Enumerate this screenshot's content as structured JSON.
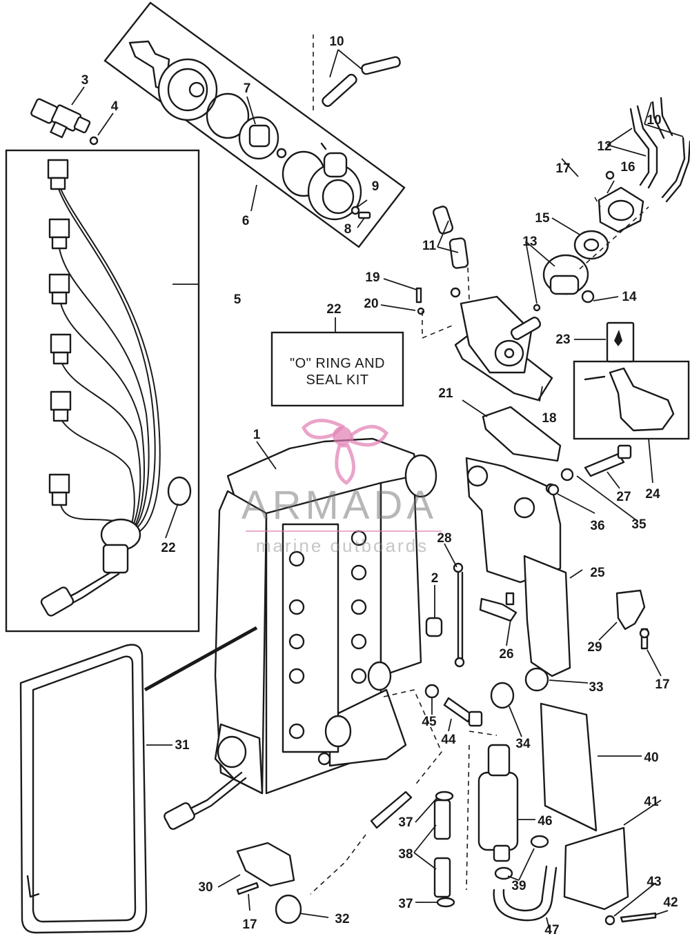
{
  "diagram": {
    "kit_label": {
      "number": "22",
      "line1": "\"O\" RING AND",
      "line2": "SEAL KIT"
    },
    "watermark": {
      "brand": "ARMADA",
      "tagline": "marine outboards",
      "logo_color": "#e07ab0"
    },
    "callouts": [
      {
        "id": "c1",
        "text": "1"
      },
      {
        "id": "c2",
        "text": "2"
      },
      {
        "id": "c3",
        "text": "3"
      },
      {
        "id": "c4",
        "text": "4"
      },
      {
        "id": "c5",
        "text": "5"
      },
      {
        "id": "c6",
        "text": "6"
      },
      {
        "id": "c7",
        "text": "7"
      },
      {
        "id": "c8",
        "text": "8"
      },
      {
        "id": "c9",
        "text": "9"
      },
      {
        "id": "c10a",
        "text": "10"
      },
      {
        "id": "c10b",
        "text": "10"
      },
      {
        "id": "c11",
        "text": "11"
      },
      {
        "id": "c12",
        "text": "12"
      },
      {
        "id": "c13",
        "text": "13"
      },
      {
        "id": "c14",
        "text": "14"
      },
      {
        "id": "c15",
        "text": "15"
      },
      {
        "id": "c16",
        "text": "16"
      },
      {
        "id": "c17a",
        "text": "17"
      },
      {
        "id": "c17b",
        "text": "17"
      },
      {
        "id": "c17c",
        "text": "17"
      },
      {
        "id": "c18",
        "text": "18"
      },
      {
        "id": "c19",
        "text": "19"
      },
      {
        "id": "c20",
        "text": "20"
      },
      {
        "id": "c21",
        "text": "21"
      },
      {
        "id": "c22a",
        "text": "22"
      },
      {
        "id": "c23",
        "text": "23"
      },
      {
        "id": "c24",
        "text": "24"
      },
      {
        "id": "c25",
        "text": "25"
      },
      {
        "id": "c26",
        "text": "26"
      },
      {
        "id": "c27",
        "text": "27"
      },
      {
        "id": "c28",
        "text": "28"
      },
      {
        "id": "c29",
        "text": "29"
      },
      {
        "id": "c30",
        "text": "30"
      },
      {
        "id": "c31",
        "text": "31"
      },
      {
        "id": "c32",
        "text": "32"
      },
      {
        "id": "c33",
        "text": "33"
      },
      {
        "id": "c34",
        "text": "34"
      },
      {
        "id": "c35",
        "text": "35"
      },
      {
        "id": "c36",
        "text": "36"
      },
      {
        "id": "c37a",
        "text": "37"
      },
      {
        "id": "c37b",
        "text": "37"
      },
      {
        "id": "c38",
        "text": "38"
      },
      {
        "id": "c39",
        "text": "39"
      },
      {
        "id": "c40",
        "text": "40"
      },
      {
        "id": "c41",
        "text": "41"
      },
      {
        "id": "c42",
        "text": "42"
      },
      {
        "id": "c43",
        "text": "43"
      },
      {
        "id": "c44",
        "text": "44"
      },
      {
        "id": "c45",
        "text": "45"
      },
      {
        "id": "c46",
        "text": "46"
      },
      {
        "id": "c47",
        "text": "47"
      }
    ]
  }
}
